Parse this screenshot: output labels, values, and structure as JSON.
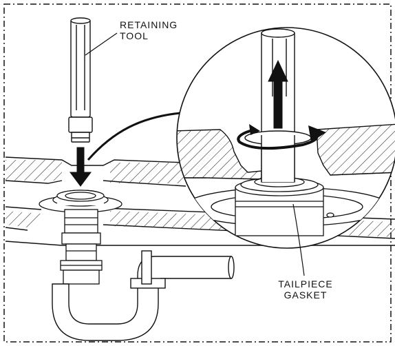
{
  "labels": {
    "retaining_tool": [
      "RETAINING",
      "TOOL"
    ],
    "tailpiece_gasket": [
      "TAILPIECE",
      "GASKET"
    ]
  },
  "colors": {
    "line": "#111111",
    "background": "#ffffff",
    "hatch": "#333333"
  }
}
